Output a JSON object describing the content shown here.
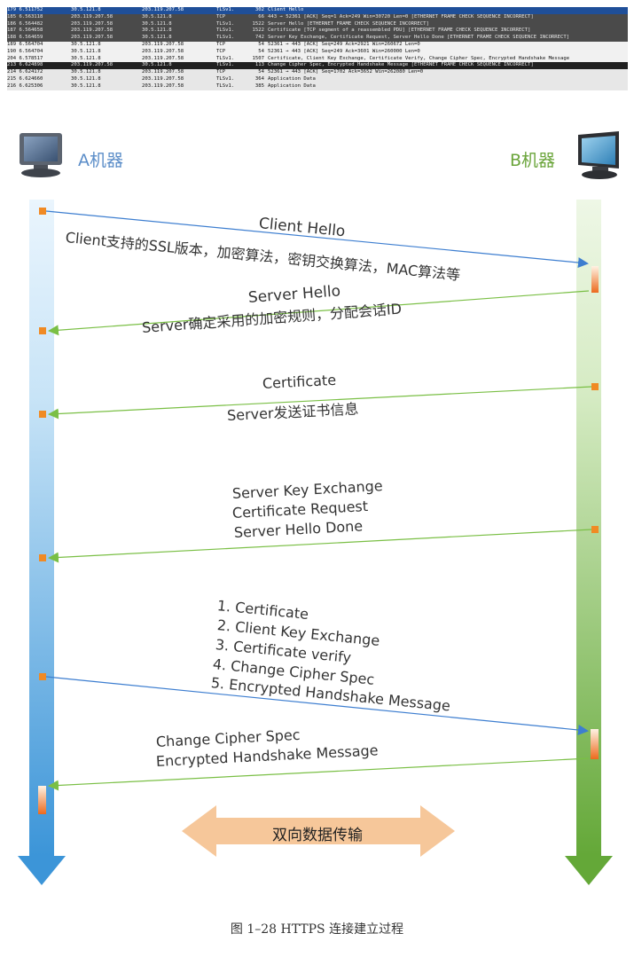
{
  "capture": {
    "rows": [
      {
        "no": "179",
        "time": "6.511752",
        "src": "30.5.121.8",
        "dst": "203.119.207.58",
        "proto": "TLSv1.",
        "len": "302",
        "info": "Client Hello",
        "style": "sel"
      },
      {
        "no": "185",
        "time": "6.563118",
        "src": "203.119.207.58",
        "dst": "30.5.121.8",
        "proto": "TCP",
        "len": "66",
        "info": "443 → 52361 [ACK] Seq=1 Ack=249 Win=30720 Len=0 [ETHERNET FRAME CHECK SEQUENCE INCORRECT]",
        "style": "dark"
      },
      {
        "no": "186",
        "time": "6.564482",
        "src": "203.119.207.58",
        "dst": "30.5.121.8",
        "proto": "TLSv1.",
        "len": "1522",
        "info": "Server Hello [ETHERNET FRAME CHECK SEQUENCE INCORRECT]",
        "style": "dark"
      },
      {
        "no": "187",
        "time": "6.564658",
        "src": "203.119.207.58",
        "dst": "30.5.121.8",
        "proto": "TLSv1.",
        "len": "1522",
        "info": "Certificate [TCP segment of a reassembled PDU] [ETHERNET FRAME CHECK SEQUENCE INCORRECT]",
        "style": "dark"
      },
      {
        "no": "188",
        "time": "6.564659",
        "src": "203.119.207.58",
        "dst": "30.5.121.8",
        "proto": "TLSv1.",
        "len": "742",
        "info": "Server Key Exchange, Certificate Request, Server Hello Done [ETHERNET FRAME CHECK SEQUENCE INCORRECT]",
        "style": "dark"
      },
      {
        "no": "189",
        "time": "6.564704",
        "src": "30.5.121.8",
        "dst": "203.119.207.58",
        "proto": "TCP",
        "len": "54",
        "info": "52361 → 443 [ACK] Seq=249 Ack=2921 Win=260672 Len=0",
        "style": "light"
      },
      {
        "no": "190",
        "time": "6.564704",
        "src": "30.5.121.8",
        "dst": "203.119.207.58",
        "proto": "TCP",
        "len": "54",
        "info": "52361 → 443 [ACK] Seq=249 Ack=3601 Win=260000 Len=0",
        "style": "light"
      },
      {
        "no": "204",
        "time": "6.578517",
        "src": "30.5.121.8",
        "dst": "203.119.207.58",
        "proto": "TLSv1.",
        "len": "1507",
        "info": "Certificate, Client Key Exchange, Certificate Verify, Change Cipher Spec, Encrypted Handshake Message",
        "style": "light"
      },
      {
        "no": "213",
        "time": "6.624898",
        "src": "203.119.207.58",
        "dst": "30.5.121.8",
        "proto": "TLSv1.",
        "len": "113",
        "info": "Change Cipher Spec, Encrypted Handshake Message [ETHERNET FRAME CHECK SEQUENCE INCORRECT]",
        "style": "dark2"
      },
      {
        "no": "214",
        "time": "6.624172",
        "src": "30.5.121.8",
        "dst": "203.119.207.58",
        "proto": "TCP",
        "len": "54",
        "info": "52361 → 443 [ACK] Seq=1702 Ack=3652 Win=262080 Len=0",
        "style": "light2"
      },
      {
        "no": "215",
        "time": "6.624660",
        "src": "30.5.121.8",
        "dst": "203.119.207.58",
        "proto": "TLSv1.",
        "len": "364",
        "info": "Application Data",
        "style": "light2"
      },
      {
        "no": "216",
        "time": "6.625306",
        "src": "30.5.121.8",
        "dst": "203.119.207.58",
        "proto": "TLSv1.",
        "len": "385",
        "info": "Application Data",
        "style": "light2"
      }
    ]
  },
  "diagram": {
    "machine_a": "A机器",
    "machine_b": "B机器",
    "step1": {
      "title": "Client  Hello",
      "desc": "Client支持的SSL版本，加密算法，密钥交换算法，MAC算法等"
    },
    "step2": {
      "title": "Server Hello",
      "desc": "Server确定采用的加密规则，分配会话ID"
    },
    "step3": {
      "title": "Certificate",
      "desc": "Server发送证书信息"
    },
    "step4": {
      "line1": "Server Key Exchange",
      "line2": "Certificate Request",
      "line3": "Server Hello Done"
    },
    "step5": {
      "items": [
        "1. Certificate",
        "2. Client Key Exchange",
        "3. Certificate verify",
        "4. Change Cipher Spec",
        "5. Encrypted Handshake Message"
      ]
    },
    "step6": {
      "line1": "Change Cipher Spec",
      "line2": "Encrypted Handshake Message"
    },
    "banner": "双向数据传输",
    "colors": {
      "client_lane": "#4aa3e0",
      "server_lane": "#6fb040",
      "client_arrow": "#3d7ed0",
      "server_arrow": "#7abf45",
      "marker": "#f08a24",
      "banner": "#f6c79a",
      "highlight_text": "#f29a2e"
    }
  },
  "caption": "图 1–28  HTTPS 连接建立过程"
}
